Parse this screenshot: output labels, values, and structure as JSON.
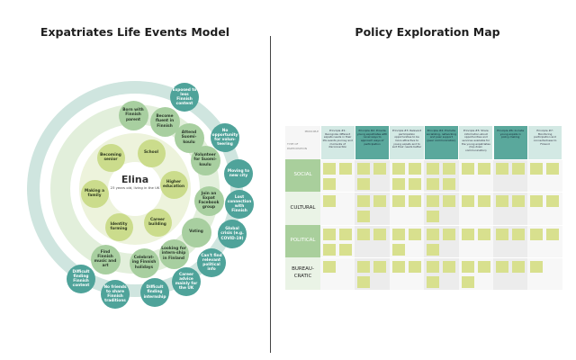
{
  "left_panel": {
    "title": "Expatriates Life Events Model",
    "center": {
      "name": "Elina",
      "subtitle": "23 years old, living in the UK"
    },
    "inner_ring": [
      "School",
      "Higher education",
      "Career building",
      "Identity forming",
      "Making a family",
      "Becoming senior"
    ],
    "middle_ring": [
      "Born with Finnish parent",
      "Become fluent in Finnish",
      "Attend Suomi-koulu",
      "Volunteer for Suomi-koulu",
      "Join an Expat Facebook group",
      "Voting",
      "Looking for intern-ship in Finland",
      "Celebrat-ing Finnish holidays",
      "Find Finnish music and art"
    ],
    "outer_ring": [
      "Exposed to less Finnish content",
      "No opportunity for volun-teering",
      "Moving to new city",
      "Lost connection with Finnish",
      "Global crisis (e.g. COVID-19)",
      "Can't find relevant political info",
      "Career advice mainly for the UK",
      "Difficult finding internship",
      "No friends to share Finnish traditions",
      "Difficult finding Finnish content"
    ]
  },
  "right_panel": {
    "title": "Policy Exploration Map",
    "corner": {
      "principle": "PRINCIPLE",
      "type": "TYPE OF PARTICIPATION"
    },
    "principles": [
      "Principle #1: Recognize different expats needs in their life events journey and moments of disconnection",
      "Principle #2: Provide young expatriates with novel ways to approach ways of participation",
      "Principle #3: Relevant participation opportunities to be more attractive to young expats and to suit their needs better",
      "Principle #4: Promote socializing, networking and peer support (peer communication)",
      "Principle #5: Share information about opportunities and services available for the young expatriates (top-down communication)",
      "Principle #6: Include young expats in policy-making",
      "Principle #7: Monitoring participation and connectedness to Finland"
    ],
    "rows": [
      {
        "label": "SOCIAL",
        "note_counts": [
          3,
          3,
          4,
          4,
          2,
          2,
          2
        ]
      },
      {
        "label": "CULTURAL",
        "note_counts": [
          1,
          3,
          2,
          3,
          2,
          2,
          2
        ]
      },
      {
        "label": "POLITICAL",
        "note_counts": [
          4,
          2,
          3,
          3,
          2,
          2,
          2
        ]
      },
      {
        "label": "BUREAU-CRATIC",
        "note_counts": [
          1,
          3,
          2,
          3,
          3,
          2,
          1
        ]
      }
    ]
  }
}
